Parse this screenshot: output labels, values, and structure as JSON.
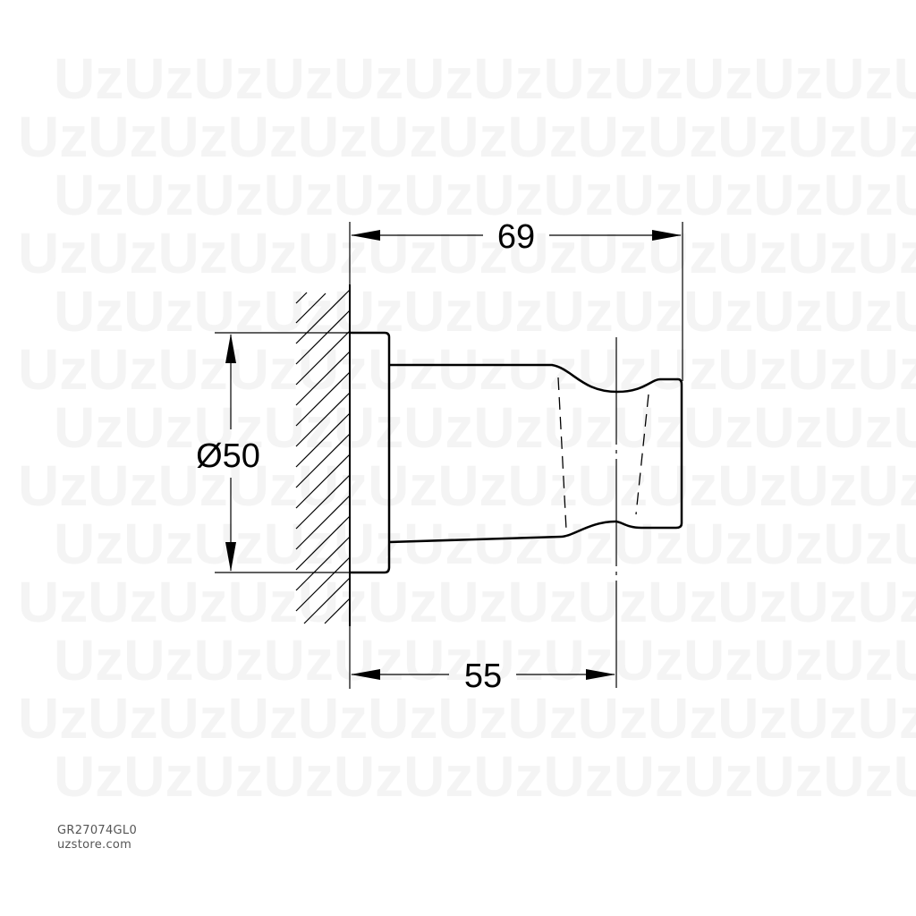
{
  "drawing": {
    "dimensions": {
      "overall_length": "69",
      "diameter": "Ø50",
      "center_length": "55"
    },
    "watermark_text": "UzUzUzUzUzUzUzUzUzUzUzUzUzUzUz"
  },
  "footer": {
    "product_code": "GR27074GL0",
    "site": "uzstore.com"
  }
}
